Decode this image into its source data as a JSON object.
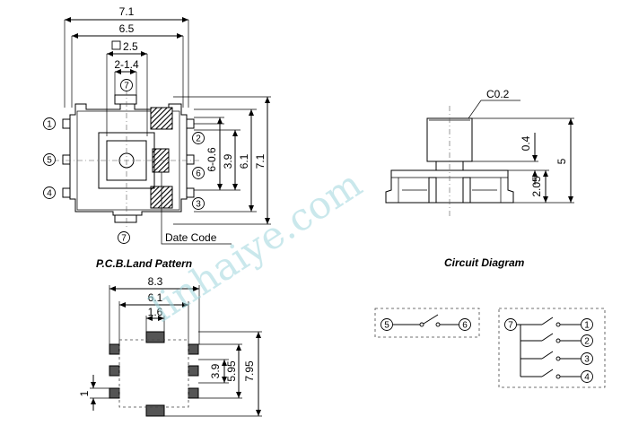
{
  "watermark": "linhaiye.com",
  "top_view": {
    "dims": {
      "width_overall": "7.1",
      "width_body": "6.5",
      "square": "2.5",
      "pitch": "2-1.4",
      "pitch_side": "6-0.6",
      "height_inner": "3.9",
      "height_mid": "6.1",
      "height_overall": "7.1"
    },
    "pins": {
      "p1": "1",
      "p2": "2",
      "p3": "3",
      "p4": "4",
      "p5": "5",
      "p6": "6",
      "p7_top": "7",
      "p7_bottom": "7"
    },
    "date_code_label": "Date Code"
  },
  "side_view": {
    "chamfer_label": "C0.2",
    "dims": {
      "stem": "0.4",
      "total": "5",
      "base": "2.05"
    }
  },
  "pcb": {
    "title": "P.C.B.Land Pattern",
    "dims": {
      "w_outer": "8.3",
      "w_mid": "6.1",
      "w_center": "1.6",
      "h_inner": "3.9",
      "h_mid": "5.95",
      "h_outer": "7.95",
      "pad": "1"
    }
  },
  "circuit": {
    "title": "Circuit Diagram",
    "switch_a": {
      "left": "5",
      "right": "6"
    },
    "switch_b": {
      "common": "7",
      "outputs": [
        "1",
        "2",
        "3",
        "4"
      ]
    }
  }
}
